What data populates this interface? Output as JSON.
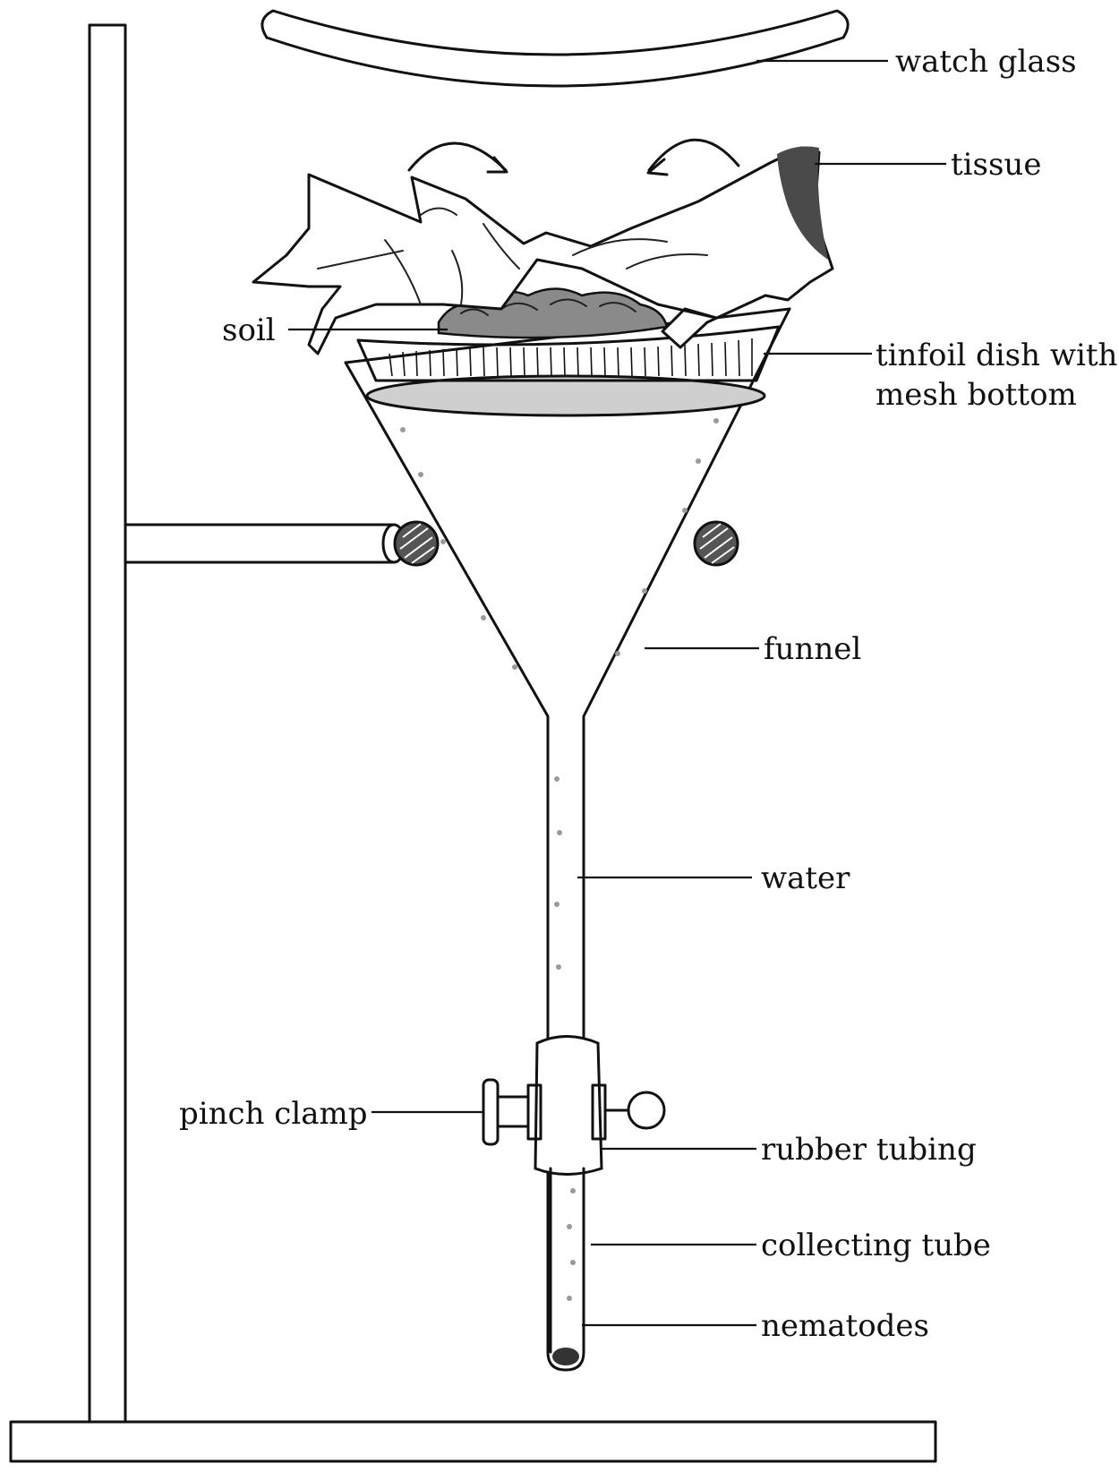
{
  "diagram": {
    "title": "Baermann funnel apparatus",
    "labels": {
      "watch_glass": "watch glass",
      "tissue": "tissue",
      "soil": "soil",
      "tinfoil_dish_line1": "tinfoil dish with",
      "tinfoil_dish_line2": "mesh bottom",
      "funnel": "funnel",
      "water": "water",
      "pinch_clamp": "pinch clamp",
      "rubber_tubing": "rubber tubing",
      "collecting_tube": "collecting tube",
      "nematodes": "nematodes"
    },
    "colors": {
      "ink": "#111111",
      "background": "#ffffff",
      "soil": "#8a8a8a",
      "water_dots": "#9a9a9a"
    }
  }
}
